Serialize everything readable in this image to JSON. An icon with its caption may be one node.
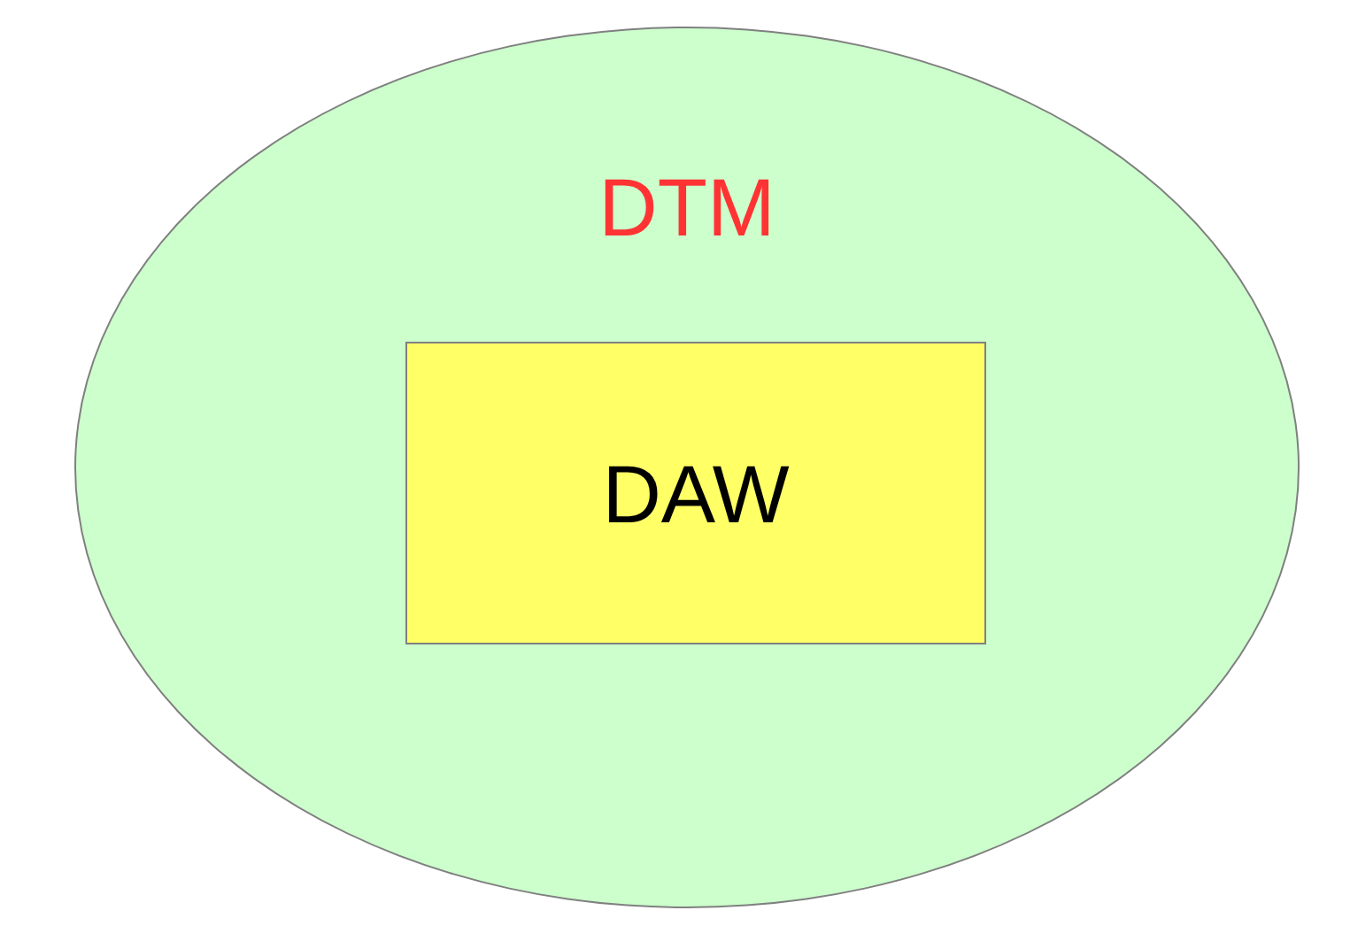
{
  "diagram": {
    "nodes": [
      {
        "text": [
          "DTM"
        ]
      },
      {
        "text": [
          "DAW"
        ],
        "in": 0
      }
    ]
  }
}
